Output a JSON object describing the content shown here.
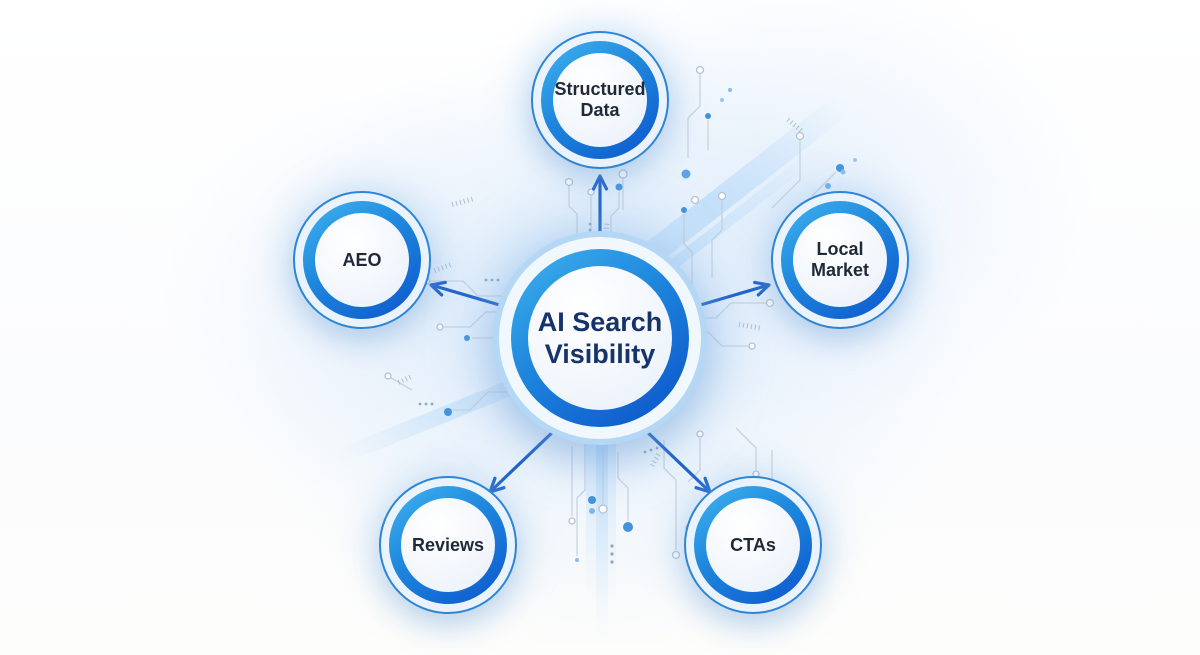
{
  "center": {
    "line1": "AI Search",
    "line2": "Visibility"
  },
  "nodes": {
    "structured_data": {
      "line1": "Structured",
      "line2": "Data"
    },
    "aeo": {
      "line1": "AEO"
    },
    "local_market": {
      "line1": "Local",
      "line2": "Market"
    },
    "reviews": {
      "line1": "Reviews"
    },
    "ctas": {
      "line1": "CTAs"
    }
  },
  "colors": {
    "ring_gradient_start": "#3fb3ee",
    "ring_gradient_end": "#0b51c8",
    "node_outline": "#2c85d6",
    "outer_band": "#b3d7f4",
    "arrow": "#1a5fc8",
    "center_text": "#16336a",
    "node_text": "#1f2937",
    "trace": "#c3cdd9",
    "trace_dot": "#4292dd"
  }
}
